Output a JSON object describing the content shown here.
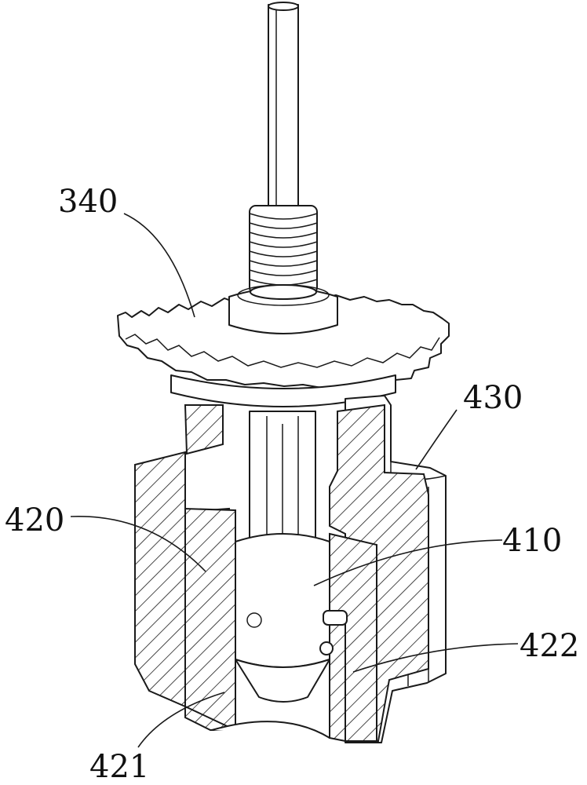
{
  "labels": {
    "l340": "340",
    "l430": "430",
    "l420": "420",
    "l410": "410",
    "l422": "422",
    "l421": "421"
  },
  "colors": {
    "line": "#1a1a1a",
    "background": "#ffffff"
  }
}
